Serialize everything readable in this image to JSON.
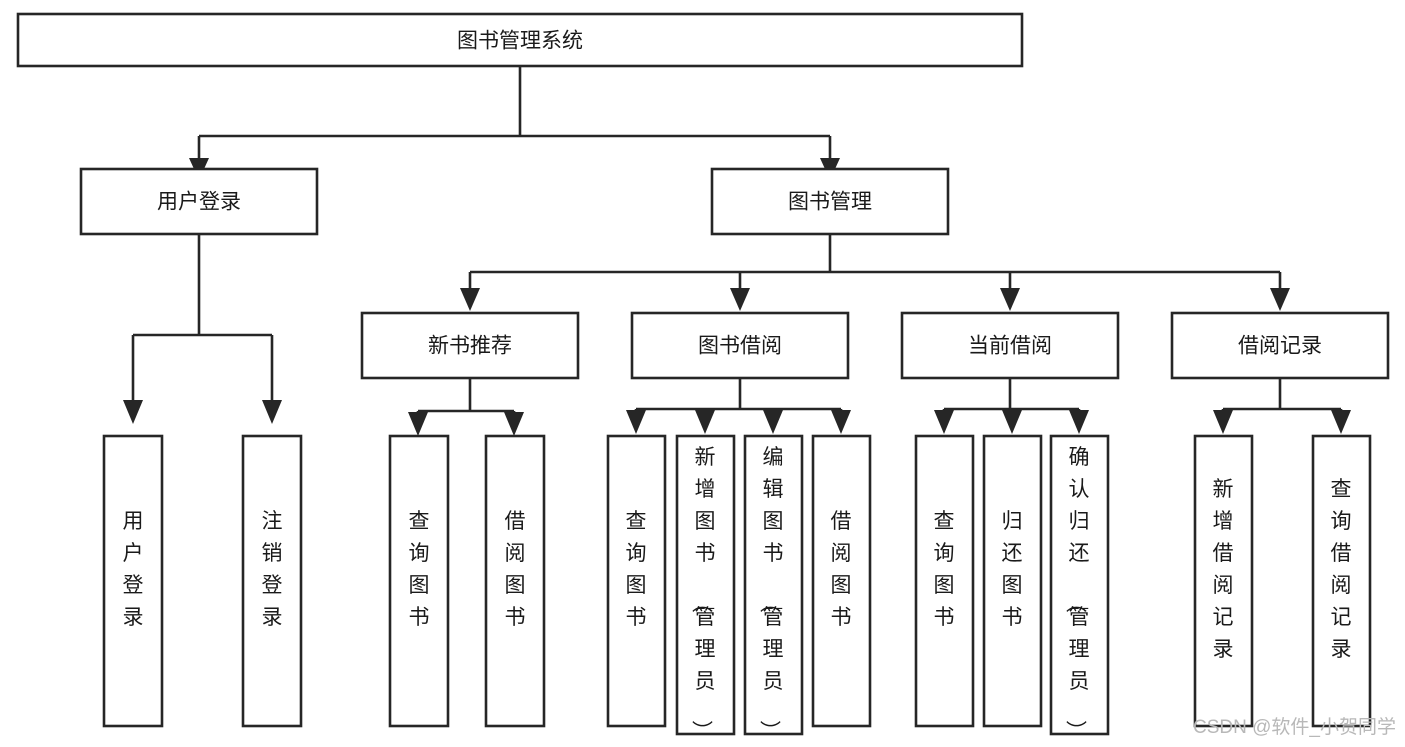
{
  "diagram": {
    "title": "图书管理系统",
    "type": "tree-hierarchy",
    "root": {
      "id": "root",
      "label": "图书管理系统",
      "orientation": "horizontal"
    },
    "level1": [
      {
        "id": "user-login",
        "label": "用户登录",
        "orientation": "horizontal"
      },
      {
        "id": "book-management",
        "label": "图书管理",
        "orientation": "horizontal"
      }
    ],
    "level2": [
      {
        "id": "new-book-recommend",
        "label": "新书推荐",
        "orientation": "horizontal",
        "parent": "book-management"
      },
      {
        "id": "book-borrow",
        "label": "图书借阅",
        "orientation": "horizontal",
        "parent": "book-management"
      },
      {
        "id": "current-borrow",
        "label": "当前借阅",
        "orientation": "horizontal",
        "parent": "book-management"
      },
      {
        "id": "borrow-record",
        "label": "借阅记录",
        "orientation": "horizontal",
        "parent": "book-management"
      }
    ],
    "leaves": [
      {
        "id": "leaf-user-login",
        "label": "用户登录",
        "orientation": "vertical",
        "parent": "user-login"
      },
      {
        "id": "leaf-logout",
        "label": "注销登录",
        "orientation": "vertical",
        "parent": "user-login"
      },
      {
        "id": "leaf-query-book-1",
        "label": "查询图书",
        "orientation": "vertical",
        "parent": "new-book-recommend"
      },
      {
        "id": "leaf-borrow-book-1",
        "label": "借阅图书",
        "orientation": "vertical",
        "parent": "new-book-recommend"
      },
      {
        "id": "leaf-query-book-2",
        "label": "查询图书",
        "orientation": "vertical",
        "parent": "book-borrow"
      },
      {
        "id": "leaf-add-book",
        "label": "新增图书（管理员）",
        "orientation": "vertical",
        "parent": "book-borrow"
      },
      {
        "id": "leaf-edit-book",
        "label": "编辑图书（管理员）",
        "orientation": "vertical",
        "parent": "book-borrow"
      },
      {
        "id": "leaf-borrow-book-2",
        "label": "借阅图书",
        "orientation": "vertical",
        "parent": "book-borrow"
      },
      {
        "id": "leaf-query-book-3",
        "label": "查询图书",
        "orientation": "vertical",
        "parent": "current-borrow"
      },
      {
        "id": "leaf-return-book",
        "label": "归还图书",
        "orientation": "vertical",
        "parent": "current-borrow"
      },
      {
        "id": "leaf-confirm-return",
        "label": "确认归还（管理员）",
        "orientation": "vertical",
        "parent": "current-borrow"
      },
      {
        "id": "leaf-add-record",
        "label": "新增借阅记录",
        "orientation": "vertical",
        "parent": "borrow-record"
      },
      {
        "id": "leaf-query-record",
        "label": "查询借阅记录",
        "orientation": "vertical",
        "parent": "borrow-record"
      }
    ]
  },
  "watermark": {
    "text": "CSDN @软件_小贺同学"
  },
  "colors": {
    "stroke": "#262626",
    "box_fill": "#ffffff",
    "text": "#1a1a1a",
    "watermark": "#b8b8b8",
    "background": "#ffffff"
  }
}
